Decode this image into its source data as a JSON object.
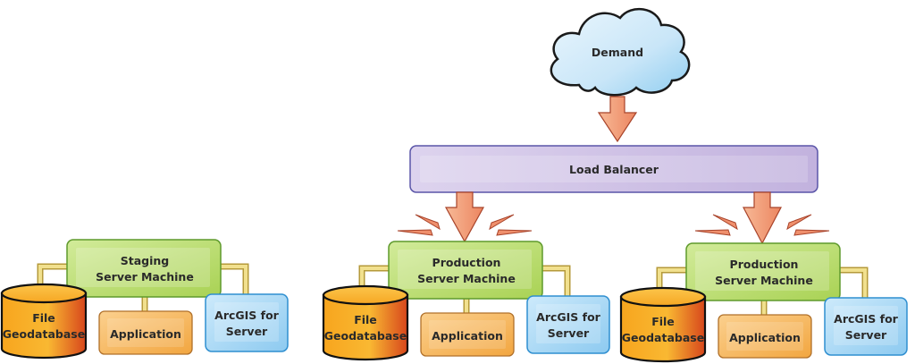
{
  "demand": {
    "label": "Demand"
  },
  "load_balancer": {
    "label": "Load Balancer"
  },
  "clusters": [
    {
      "id": "staging",
      "server": {
        "line1": "Staging",
        "line2": "Server Machine"
      },
      "geodatabase": {
        "line1": "File",
        "line2": "Geodatabase"
      },
      "application": {
        "label": "Application"
      },
      "arcgis": {
        "line1": "ArcGIS for",
        "line2": "Server"
      },
      "receives_load": false
    },
    {
      "id": "production-1",
      "server": {
        "line1": "Production",
        "line2": "Server Machine"
      },
      "geodatabase": {
        "line1": "File",
        "line2": "Geodatabase"
      },
      "application": {
        "label": "Application"
      },
      "arcgis": {
        "line1": "ArcGIS for",
        "line2": "Server"
      },
      "receives_load": true
    },
    {
      "id": "production-2",
      "server": {
        "line1": "Production",
        "line2": "Server Machine"
      },
      "geodatabase": {
        "line1": "File",
        "line2": "Geodatabase"
      },
      "application": {
        "label": "Application"
      },
      "arcgis": {
        "line1": "ArcGIS for",
        "line2": "Server"
      },
      "receives_load": true
    }
  ],
  "colors": {
    "cloud_fill": "#cbe6f7",
    "load_balancer_fill": "#cbbde3",
    "server_fill": "#b9dd6e",
    "application_fill": "#f5b55a",
    "arcgis_fill": "#a9d8f4",
    "geodatabase_fill": "#f39a1c",
    "arrow_fill": "#f2a07c",
    "connector": "#e8d47e"
  }
}
